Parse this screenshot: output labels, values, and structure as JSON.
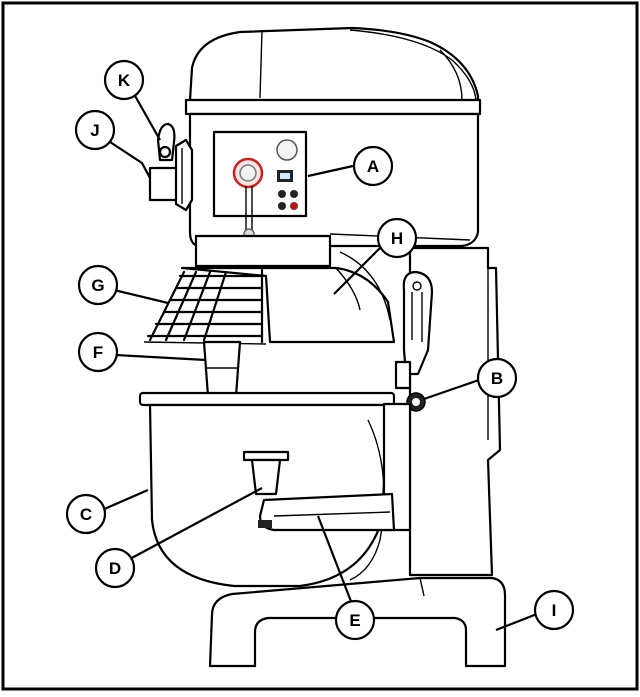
{
  "callouts": [
    {
      "letter": "A"
    },
    {
      "letter": "B"
    },
    {
      "letter": "C"
    },
    {
      "letter": "D"
    },
    {
      "letter": "E"
    },
    {
      "letter": "F"
    },
    {
      "letter": "G"
    },
    {
      "letter": "H"
    },
    {
      "letter": "I"
    },
    {
      "letter": "J"
    },
    {
      "letter": "K"
    }
  ]
}
